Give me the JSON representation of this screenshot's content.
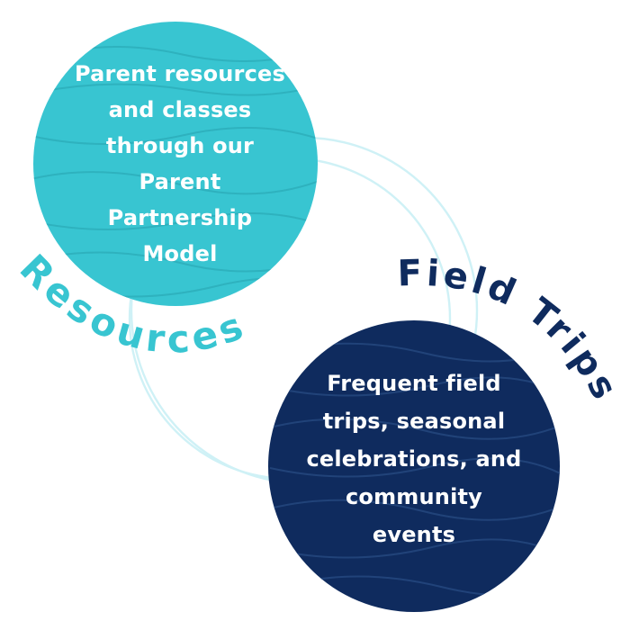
{
  "colors": {
    "teal": "#38C5D1",
    "navy": "#0F2B5E",
    "outline": "#CFF1F6",
    "text": "#FFFFFF"
  },
  "top_circle": {
    "text": "Parent resources and classes through our Parent Partnership Model",
    "label": "Resources"
  },
  "bottom_circle": {
    "text": "Frequent field trips, seasonal celebrations, and community events",
    "label": "Field Trips"
  }
}
